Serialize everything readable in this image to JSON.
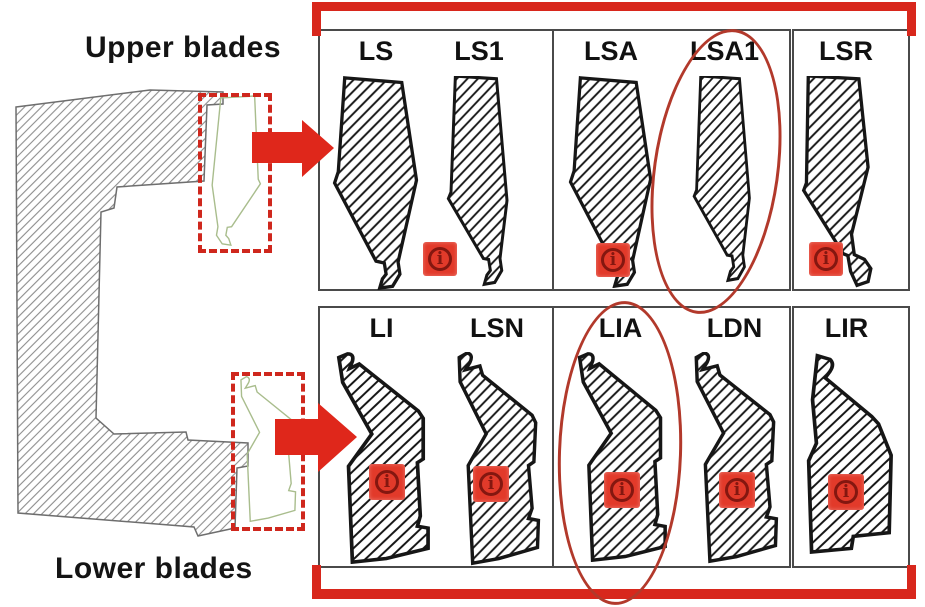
{
  "titles": {
    "upper": "Upper blades",
    "lower": "Lower blades"
  },
  "grid": {
    "rows": [
      {
        "name": "upper",
        "cells": [
          {
            "blades": [
              {
                "label": "LS"
              },
              {
                "label": "LS1"
              }
            ]
          },
          {
            "blades": [
              {
                "label": "LSA"
              },
              {
                "label": "LSA1",
                "circled": true
              }
            ]
          },
          {
            "blades": [
              {
                "label": "LSR"
              }
            ]
          }
        ]
      },
      {
        "name": "lower",
        "cells": [
          {
            "blades": [
              {
                "label": "LI"
              },
              {
                "label": "LSN"
              }
            ]
          },
          {
            "blades": [
              {
                "label": "LIA",
                "circled": true
              },
              {
                "label": "LDN"
              }
            ]
          },
          {
            "blades": [
              {
                "label": "LIR"
              }
            ]
          }
        ]
      }
    ]
  },
  "icons": {
    "info_glyph": "i"
  },
  "colors": {
    "accent_red": "#df271b",
    "ellipse_red": "#b2392b",
    "info_square_red": "#e23a2a",
    "info_glyph_dark_red": "#841710",
    "blade_outline": "#161616",
    "machine_outline": "#6e6e6e",
    "cell_border": "#4a4a4a",
    "green_profile_outline": "#a9bd8d"
  }
}
